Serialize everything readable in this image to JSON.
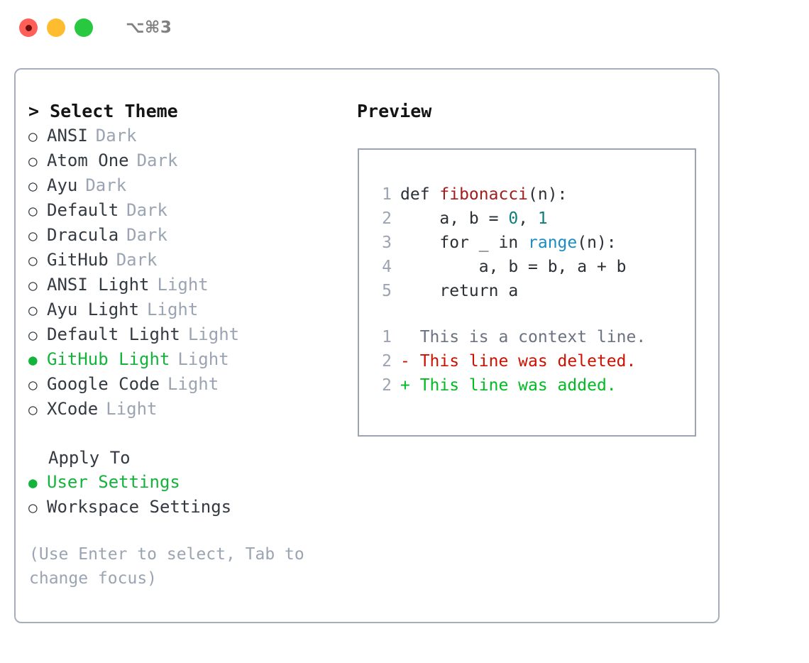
{
  "titlebar": {
    "shortcut": "⌥⌘3",
    "lights": [
      {
        "name": "close",
        "color": "#ff5f57"
      },
      {
        "name": "minimize",
        "color": "#febc2e"
      },
      {
        "name": "maximize",
        "color": "#28c840"
      }
    ]
  },
  "left": {
    "heading": "> Select Theme",
    "marker_unselected": "○",
    "marker_selected": "●",
    "themes": [
      {
        "label": "ANSI",
        "badge": "Dark",
        "selected": false
      },
      {
        "label": "Atom One",
        "badge": "Dark",
        "selected": false
      },
      {
        "label": "Ayu",
        "badge": "Dark",
        "selected": false
      },
      {
        "label": "Default",
        "badge": "Dark",
        "selected": false
      },
      {
        "label": "Dracula",
        "badge": "Dark",
        "selected": false
      },
      {
        "label": "GitHub",
        "badge": "Dark",
        "selected": false
      },
      {
        "label": "ANSI Light",
        "badge": "Light",
        "selected": false
      },
      {
        "label": "Ayu Light",
        "badge": "Light",
        "selected": false
      },
      {
        "label": "Default Light",
        "badge": "Light",
        "selected": false
      },
      {
        "label": "GitHub Light",
        "badge": "Light",
        "selected": true
      },
      {
        "label": "Google Code",
        "badge": "Light",
        "selected": false
      },
      {
        "label": "XCode",
        "badge": "Light",
        "selected": false
      }
    ],
    "apply_to_title": "Apply To",
    "apply_to": [
      {
        "label": "User Settings",
        "selected": true
      },
      {
        "label": "Workspace Settings",
        "selected": false
      }
    ],
    "hint": "(Use Enter to select, Tab to change focus)"
  },
  "right": {
    "heading": "Preview",
    "code_lines": [
      {
        "no": "1",
        "parts": [
          {
            "t": "def ",
            "c": "plain"
          },
          {
            "t": "fibonacci",
            "c": "fn"
          },
          {
            "t": "(n):",
            "c": "plain"
          }
        ]
      },
      {
        "no": "2",
        "parts": [
          {
            "t": "    a, b = ",
            "c": "plain"
          },
          {
            "t": "0",
            "c": "num"
          },
          {
            "t": ", ",
            "c": "plain"
          },
          {
            "t": "1",
            "c": "num"
          }
        ]
      },
      {
        "no": "3",
        "parts": [
          {
            "t": "    for _ in ",
            "c": "plain"
          },
          {
            "t": "range",
            "c": "call"
          },
          {
            "t": "(n):",
            "c": "plain"
          }
        ]
      },
      {
        "no": "4",
        "parts": [
          {
            "t": "        a, b = b, a + b",
            "c": "plain"
          }
        ]
      },
      {
        "no": "5",
        "parts": [
          {
            "t": "    return a",
            "c": "plain"
          }
        ]
      }
    ],
    "diff_lines": [
      {
        "no": "1",
        "text": "  This is a context line.",
        "kind": "ctx"
      },
      {
        "no": "2",
        "text": "- This line was deleted.",
        "kind": "del"
      },
      {
        "no": "2",
        "text": "+ This line was added.",
        "kind": "add"
      }
    ]
  },
  "colors": {
    "accent_green": "#14b33c",
    "muted": "#9aa4b2",
    "border": "#a6aebc",
    "diff_add": "#00bb22",
    "diff_del": "#cc1100",
    "code_fn": "#a61b1b",
    "code_num": "#0f7d7d",
    "code_call": "#1a8cc4"
  }
}
